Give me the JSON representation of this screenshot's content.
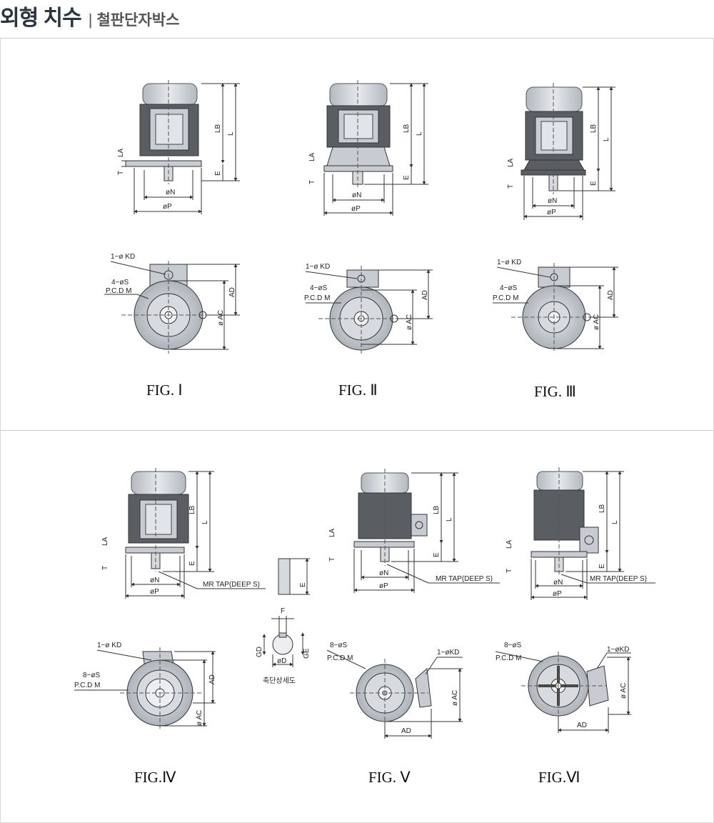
{
  "header": {
    "title": "외형 치수",
    "separator": "|",
    "subtitle": "철판단자박스"
  },
  "figures": [
    {
      "caption": "FIG. Ⅰ"
    },
    {
      "caption": "FIG. Ⅱ"
    },
    {
      "caption": "FIG. Ⅲ"
    },
    {
      "caption": "FIG.Ⅳ"
    },
    {
      "caption": "FIG. Ⅴ"
    },
    {
      "caption": "FIG.Ⅵ"
    }
  ],
  "labels": {
    "LA": "LA",
    "T": "T",
    "LB": "LB",
    "L": "L",
    "E": "E",
    "N": "øN",
    "P": "øP",
    "KD": "1−ø KD",
    "S4": "4−øS",
    "PCD": "P.C.D M",
    "AD": "AD",
    "AC": "ø AC",
    "S8": "8−øS",
    "PCD2": "P.C.D M",
    "KD2": "1−øKD",
    "MR": "MR TAP(DEEP S)",
    "F": "F",
    "GD": "GD",
    "GE": "GE",
    "D": "øD",
    "shaft_detail": "축단상세도"
  },
  "colors": {
    "motor": "#c8ccd2",
    "dark": "#55595e",
    "line": "#333333",
    "border": "#d8d8d8"
  }
}
